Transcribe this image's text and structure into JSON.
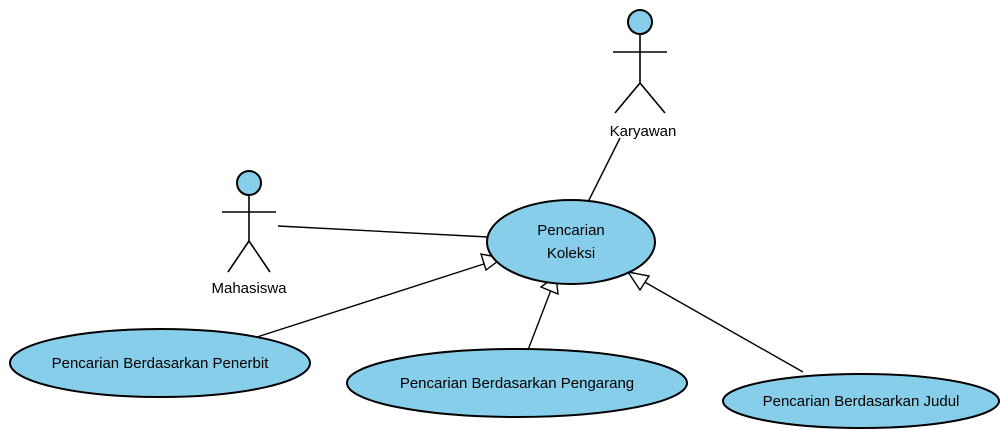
{
  "diagram": {
    "colors": {
      "fill": "#87CEEB",
      "stroke": "#000000",
      "background": "#FFFFFF"
    },
    "actors": {
      "karyawan": {
        "label": "Karyawan"
      },
      "mahasiswa": {
        "label": "Mahasiswa"
      }
    },
    "use_cases": {
      "pencarian_koleksi": {
        "line1": "Pencarian",
        "line2": "Koleksi"
      },
      "penerbit": {
        "label": "Pencarian Berdasarkan Penerbit"
      },
      "pengarang": {
        "label": "Pencarian Berdasarkan Pengarang"
      },
      "judul": {
        "label": "Pencarian Berdasarkan Judul"
      }
    },
    "relationships": [
      {
        "type": "association",
        "from": "Karyawan",
        "to": "Pencarian Koleksi"
      },
      {
        "type": "association",
        "from": "Mahasiswa",
        "to": "Pencarian Koleksi"
      },
      {
        "type": "generalization",
        "from": "Pencarian Berdasarkan Penerbit",
        "to": "Pencarian Koleksi"
      },
      {
        "type": "generalization",
        "from": "Pencarian Berdasarkan Pengarang",
        "to": "Pencarian Koleksi"
      },
      {
        "type": "generalization",
        "from": "Pencarian Berdasarkan Judul",
        "to": "Pencarian Koleksi"
      }
    ]
  }
}
